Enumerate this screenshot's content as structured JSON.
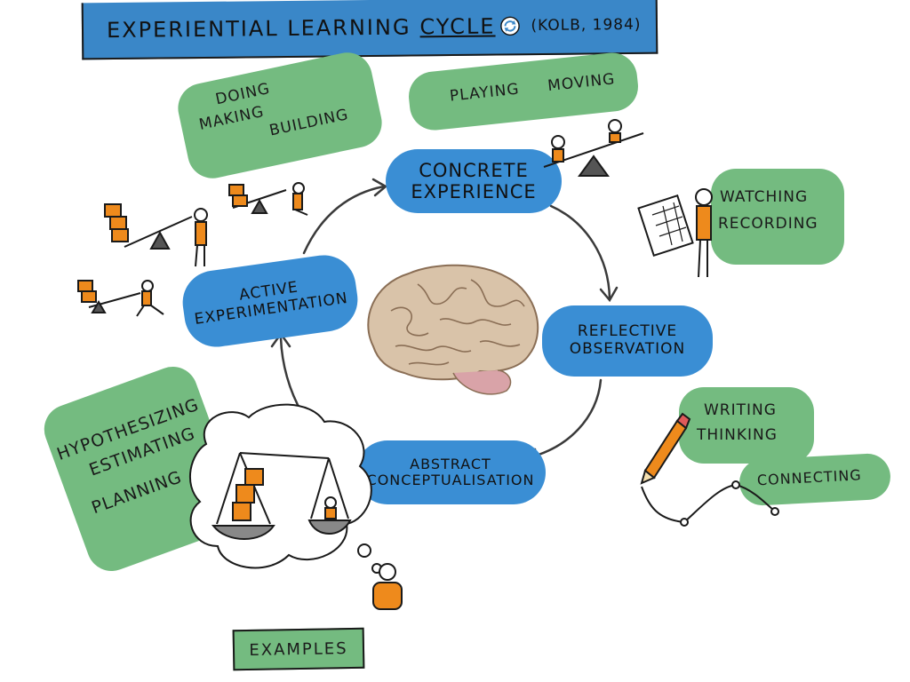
{
  "title": {
    "main": "EXPERIENTIAL LEARNING",
    "accent": "CYCLE",
    "citation": "(KOLB, 1984)"
  },
  "stages": {
    "concrete": {
      "line1": "CONCRETE",
      "line2": "EXPERIENCE"
    },
    "reflective": {
      "line1": "REFLECTIVE",
      "line2": "OBSERVATION"
    },
    "abstract": {
      "line1": "ABSTRACT",
      "line2": "CONCEPTUALISATION"
    },
    "active": {
      "line1": "ACTIVE",
      "line2": "EXPERIMENTATION"
    }
  },
  "examples": {
    "doing": [
      "DOING",
      "MAKING",
      "BUILDING"
    ],
    "playing": [
      "PLAYING",
      "MOVING"
    ],
    "watching": [
      "WATCHING",
      "RECORDING"
    ],
    "writing": [
      "WRITING",
      "THINKING"
    ],
    "connecting": "CONNECTING",
    "hypothesising": [
      "HYPOTHESIZING",
      "ESTIMATING",
      "PLANNING"
    ],
    "label": "EXAMPLES"
  },
  "colors": {
    "stage_blue": "#3a8ed4",
    "banner_blue": "#3a87c8",
    "example_green": "#74bb80",
    "figure_orange": "#ee8a1c"
  },
  "icons": [
    "cycle-icon",
    "brain-image",
    "seesaw-icon",
    "clipboard-icon",
    "pencil-icon",
    "scale-icon",
    "thought-bubble-icon"
  ]
}
